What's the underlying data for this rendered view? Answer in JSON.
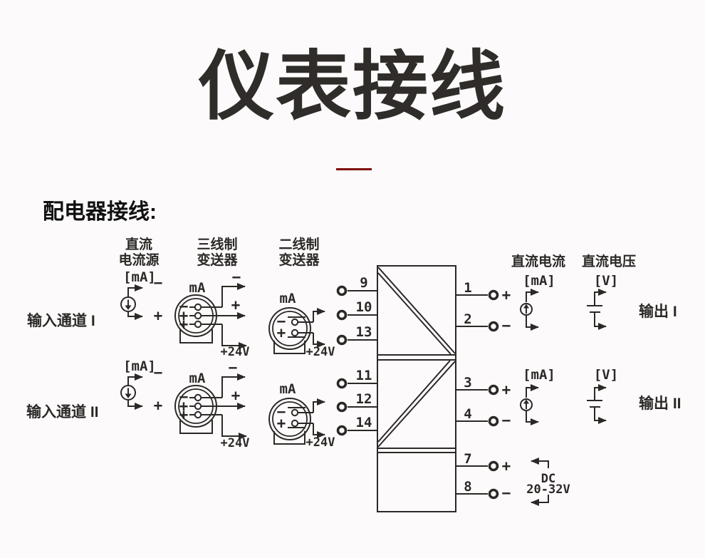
{
  "title": "仪表接线",
  "section": {
    "heading": "配电器接线:"
  },
  "colors": {
    "accent_red": "#7d0909",
    "ink": "#2b2926",
    "background": "#fdfafb"
  },
  "columns": {
    "dc_source_line1": "直流",
    "dc_source_line2": "电流源",
    "dc_source_unit": "[mA]",
    "three_wire_line1": "三线制",
    "three_wire_line2": "变送器",
    "two_wire_line1": "二线制",
    "two_wire_line2": "变送器",
    "dc_current": "直流电流",
    "dc_current_unit": "[mA]",
    "dc_voltage": "直流电压",
    "dc_voltage_unit": "[V]"
  },
  "channels": {
    "input1": "输入通道 I",
    "input2": "输入通道 II",
    "output1": "输出 I",
    "output2": "输出 II",
    "ch2_source_unit": "[mA]",
    "ch2_current_unit": "[mA]",
    "ch2_voltage_unit": "[V]"
  },
  "symbols": {
    "ma": "mA",
    "plus": "+",
    "minus": "−",
    "plus24v": "+24V"
  },
  "terminals": {
    "left": [
      "9",
      "10",
      "13",
      "11",
      "12",
      "14"
    ],
    "right": [
      "1",
      "2",
      "3",
      "4",
      "7",
      "8"
    ],
    "right_signs": [
      "+",
      "−",
      "+",
      "−",
      "+",
      "−"
    ]
  },
  "power": {
    "dc": "DC",
    "range": "20-32V"
  }
}
